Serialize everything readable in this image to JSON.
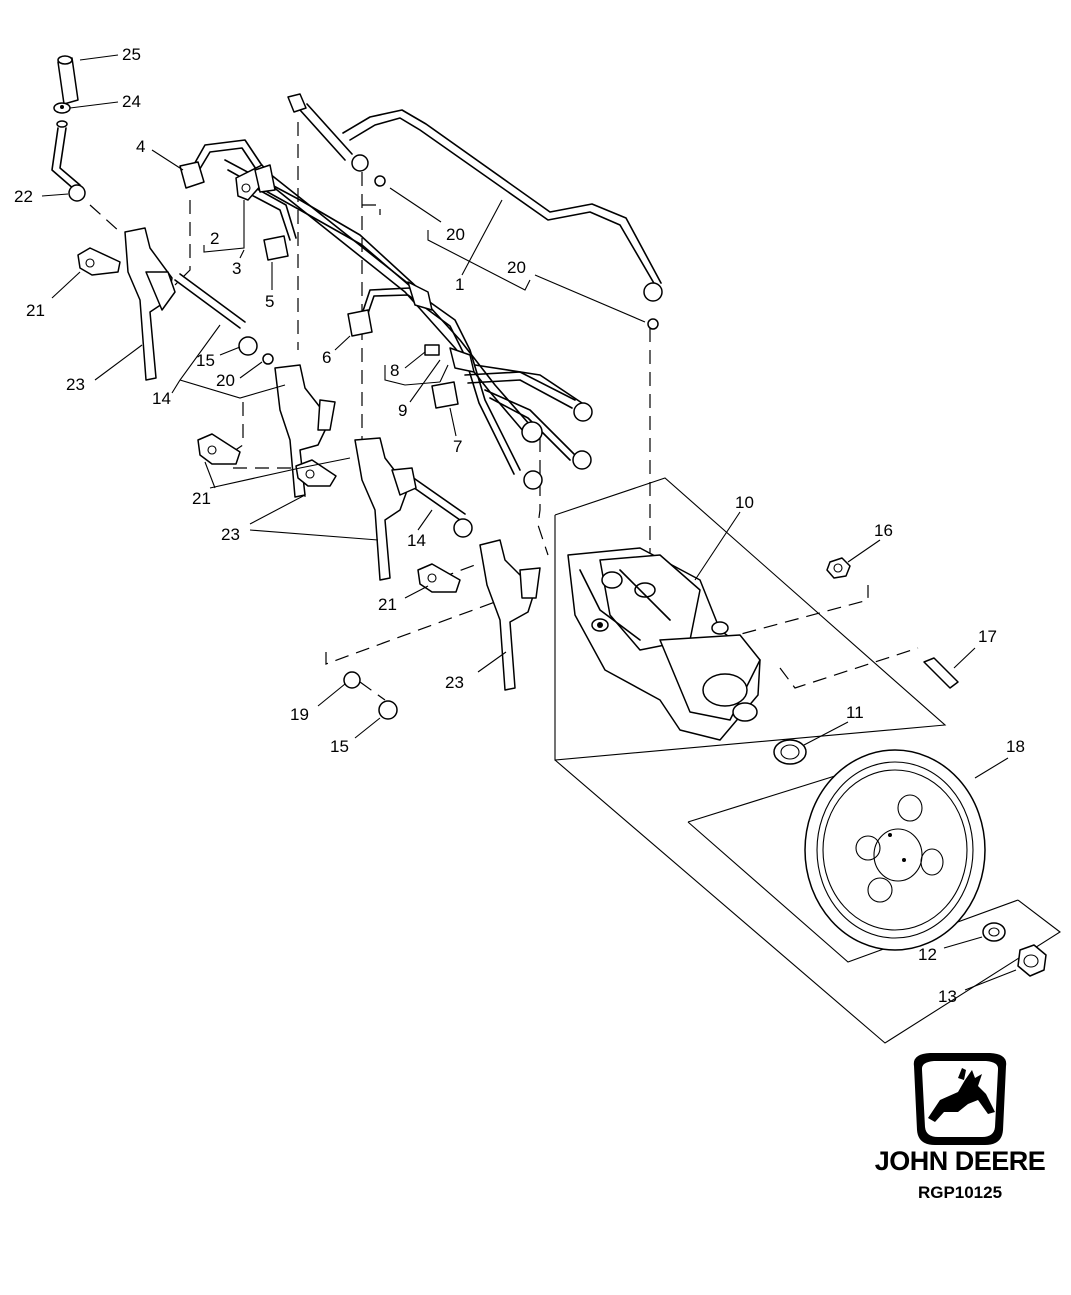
{
  "callouts": [
    {
      "id": "c25",
      "label": "25"
    },
    {
      "id": "c24",
      "label": "24"
    },
    {
      "id": "c22",
      "label": "22"
    },
    {
      "id": "c4",
      "label": "4"
    },
    {
      "id": "c2",
      "label": "2"
    },
    {
      "id": "c3",
      "label": "3"
    },
    {
      "id": "c5",
      "label": "5"
    },
    {
      "id": "c21a",
      "label": "21"
    },
    {
      "id": "c23a",
      "label": "23"
    },
    {
      "id": "c15a",
      "label": "15"
    },
    {
      "id": "c20a",
      "label": "20"
    },
    {
      "id": "c14a",
      "label": "14"
    },
    {
      "id": "c6",
      "label": "6"
    },
    {
      "id": "c8",
      "label": "8"
    },
    {
      "id": "c9",
      "label": "9"
    },
    {
      "id": "c7",
      "label": "7"
    },
    {
      "id": "c1",
      "label": "1"
    },
    {
      "id": "c20b",
      "label": "20"
    },
    {
      "id": "c20c",
      "label": "20"
    },
    {
      "id": "c21b",
      "label": "21"
    },
    {
      "id": "c23b",
      "label": "23"
    },
    {
      "id": "c14b",
      "label": "14"
    },
    {
      "id": "c21c",
      "label": "21"
    },
    {
      "id": "c23c",
      "label": "23"
    },
    {
      "id": "c19",
      "label": "19"
    },
    {
      "id": "c15b",
      "label": "15"
    },
    {
      "id": "c10",
      "label": "10"
    },
    {
      "id": "c16",
      "label": "16"
    },
    {
      "id": "c17",
      "label": "17"
    },
    {
      "id": "c11",
      "label": "11"
    },
    {
      "id": "c18",
      "label": "18"
    },
    {
      "id": "c12",
      "label": "12"
    },
    {
      "id": "c13",
      "label": "13"
    }
  ],
  "brand": {
    "name": "JOHN DEERE",
    "figure_code": "RGP10125"
  }
}
